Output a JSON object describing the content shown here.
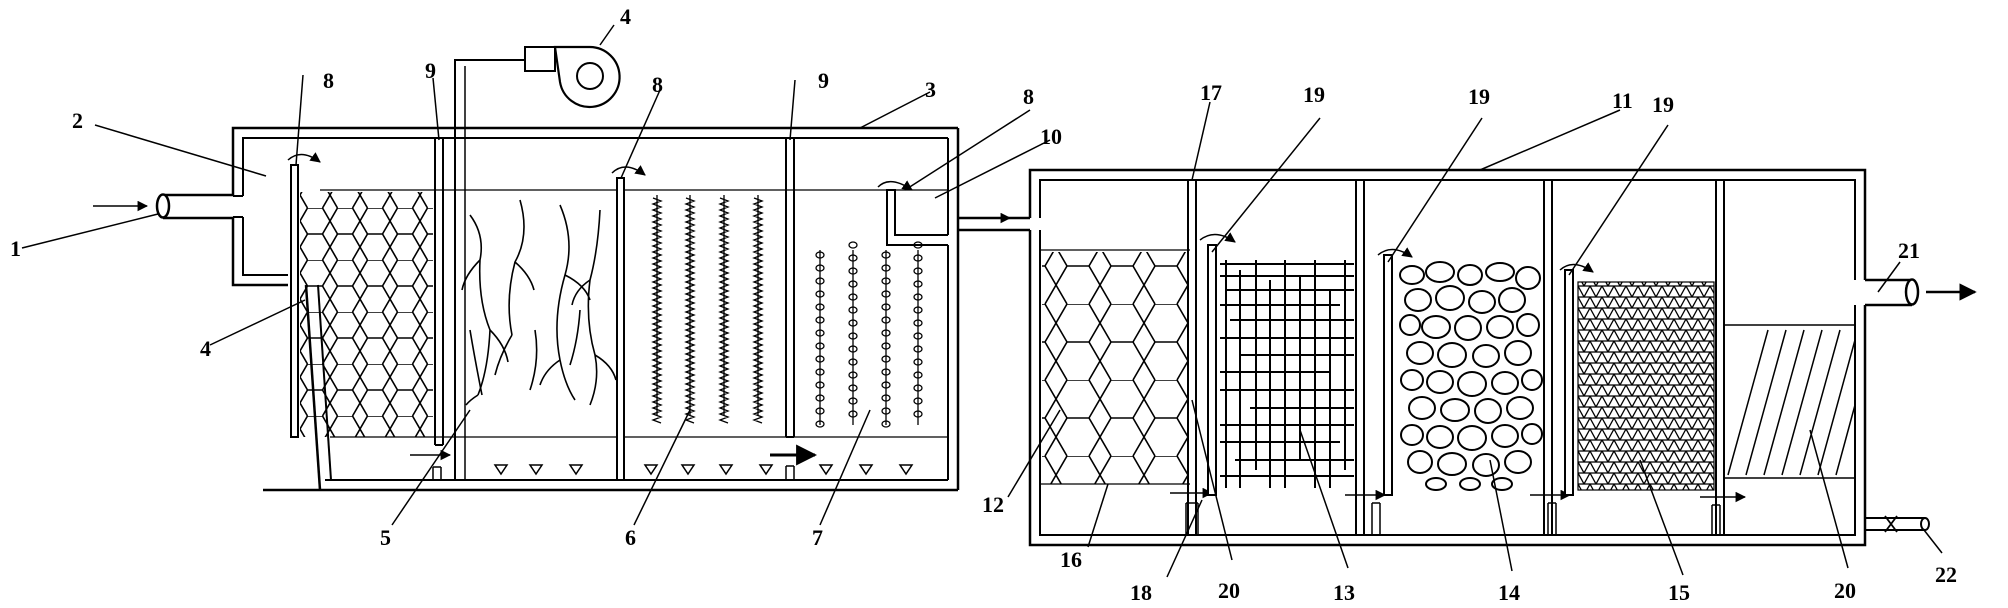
{
  "labels": {
    "n1": "1",
    "n2": "2",
    "n3": "3",
    "n4a": "4",
    "n4b": "4",
    "n5": "5",
    "n6": "6",
    "n7": "7",
    "n8a": "8",
    "n8b": "8",
    "n8c": "8",
    "n9a": "9",
    "n9b": "9",
    "n10": "10",
    "n11": "11",
    "n12": "12",
    "n13": "13",
    "n14": "14",
    "n15": "15",
    "n16": "16",
    "n17": "17",
    "n18": "18",
    "n19a": "19",
    "n19b": "19",
    "n19c": "19",
    "n20a": "20",
    "n20b": "20",
    "n21": "21",
    "n22": "22"
  },
  "colors": {
    "line": "#000000",
    "background": "#ffffff"
  }
}
